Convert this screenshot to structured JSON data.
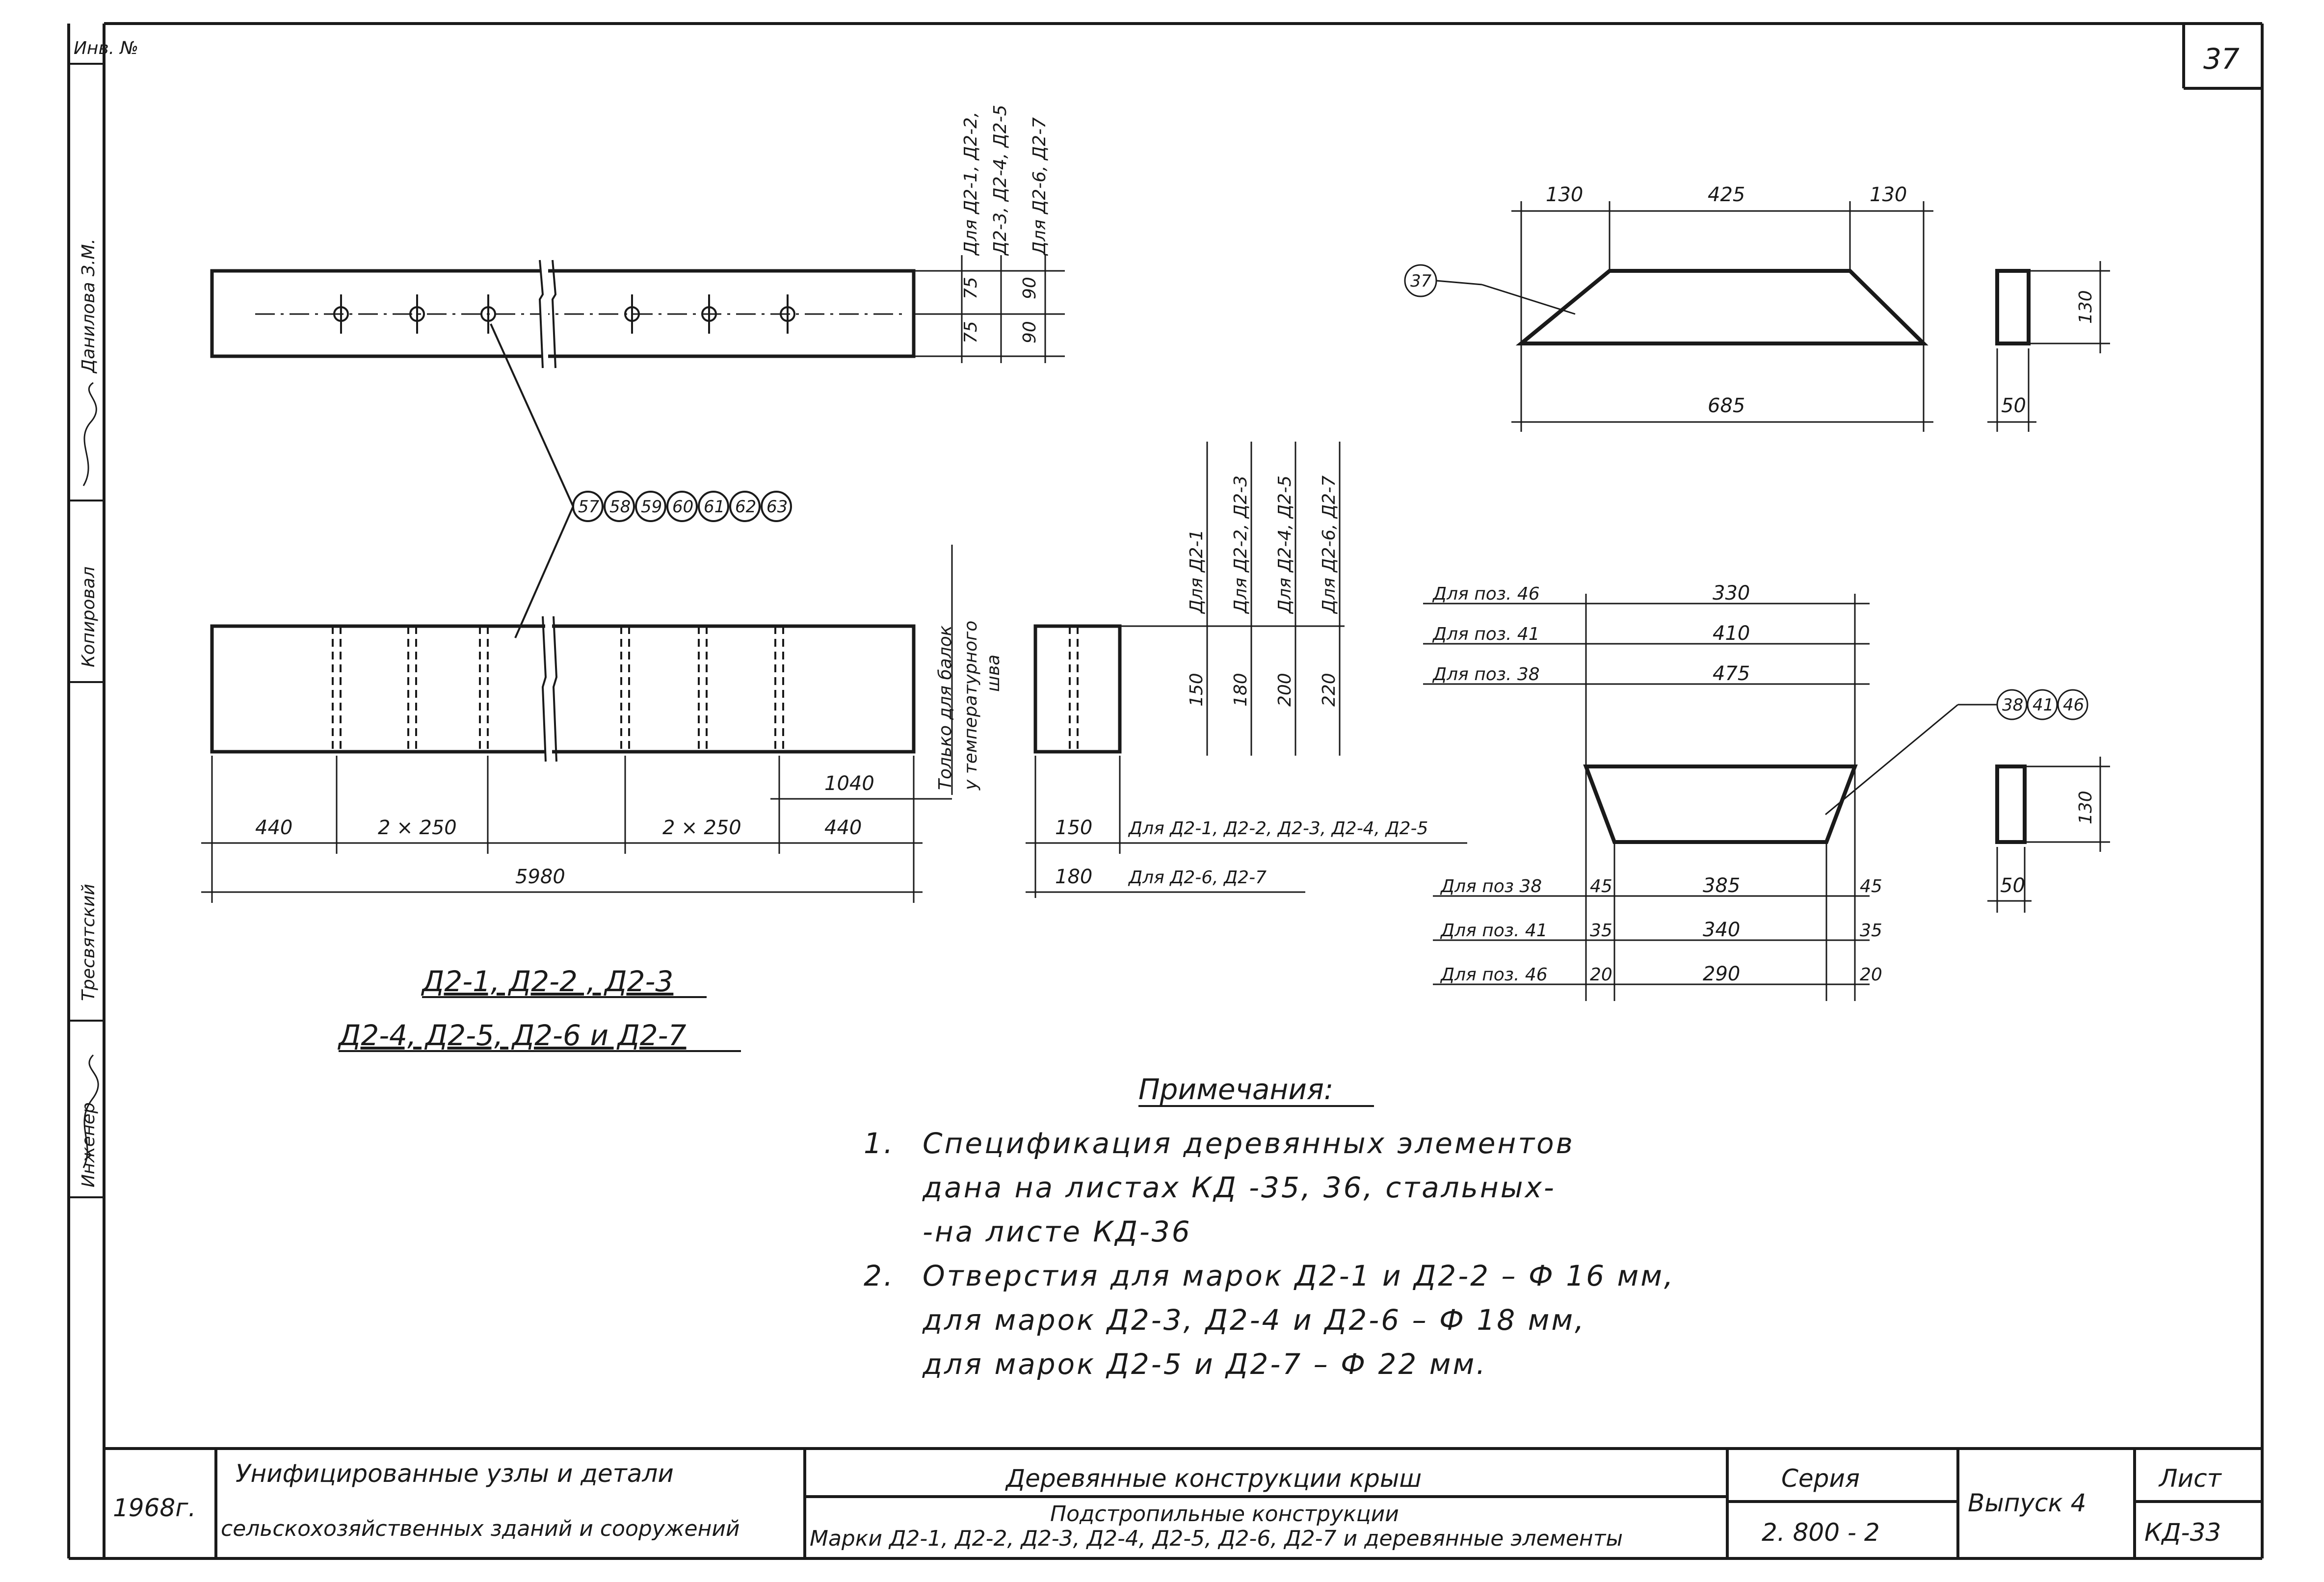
{
  "sheet_number": "37",
  "left_stamp": {
    "inv": "Инв. №",
    "rows": [
      {
        "role": "Инженер",
        "name": "Тресвятский",
        "sign": "подпись"
      },
      {
        "role": "Копировал",
        "name": "Данилова З.М.",
        "sign": "подпись"
      }
    ]
  },
  "elevation": {
    "labels": {
      "top1": "Для Д2-1, Д2-2,",
      "top2": "Д2-3, Д2-4, Д2-5",
      "top3": "Для  Д2-6, Д2-7",
      "only1": "Только для балок",
      "only2": "у температурного",
      "only3": "шва"
    },
    "dims": {
      "d75a": "75",
      "d75b": "75",
      "d90a": "90",
      "d90b": "90",
      "d440l": "440",
      "d2x250l": "2 × 250",
      "d2x250r": "2 × 250",
      "d440r": "440",
      "d1040": "1040",
      "d5980": "5980"
    }
  },
  "callout_group": [
    "57",
    "58",
    "59",
    "60",
    "61",
    "62",
    "63"
  ],
  "section": {
    "heights": [
      {
        "label": "Для Д2-1",
        "value": "150"
      },
      {
        "label": "Для Д2-2, Д2-3",
        "value": "180"
      },
      {
        "label": "Для Д2-4, Д2-5",
        "value": "200"
      },
      {
        "label": "Для Д2-6, Д2-7",
        "value": "220"
      }
    ],
    "widths": [
      {
        "value": "150",
        "label": "Для Д2-1, Д2-2, Д2-3, Д2-4, Д2-5"
      },
      {
        "value": "180",
        "label": "Для Д2-6, Д2-7"
      }
    ]
  },
  "marks_title": {
    "line1": "Д2-1, Д2-2 , Д2-3",
    "line2": "Д2-4, Д2-5,  Д2-6 и Д2-7"
  },
  "part37": {
    "callout": "37",
    "dims": {
      "a": "130",
      "b": "425",
      "c": "130",
      "total": "685",
      "thick": "50",
      "height": "130"
    }
  },
  "part38": {
    "callouts": [
      "38",
      "41",
      "46"
    ],
    "top": [
      {
        "label": "Для поз. 46",
        "value": "330"
      },
      {
        "label": "Для поз. 41",
        "value": "410"
      },
      {
        "label": "Для поз. 38",
        "value": "475"
      }
    ],
    "bottom": [
      {
        "label": "Для поз 38",
        "l": "45",
        "mid": "385",
        "r": "45"
      },
      {
        "label": "Для поз. 41",
        "l": "35",
        "mid": "340",
        "r": "35"
      },
      {
        "label": "Для поз. 46",
        "l": "20",
        "mid": "290",
        "r": "20"
      }
    ],
    "thick": "50",
    "height": "130"
  },
  "notes": {
    "heading": "Примечания:",
    "n1": "1.",
    "l1": "Спецификация  деревянных  элементов",
    "l2": "дана  на  листах  КД -35, 36,  стальных-",
    "l3": "-на  листе  КД-36",
    "n2": "2.",
    "l4": "Отверстия для марок Д2-1 и Д2-2  – Ф 16 мм,",
    "l5": "для  марок Д2-3,  Д2-4  и  Д2-6  –  Ф 18 мм,",
    "l6": "для  марок  Д2-5  и Д2-7  –  Ф 22 мм."
  },
  "title_block": {
    "year": "1968г.",
    "org1": "Унифицированные узлы и детали",
    "org2": "сельскохозяйственных зданий и сооружений",
    "main": "Деревянные  конструкции  крыш",
    "sub1": "Подстропильные  конструкции",
    "sub2": "Марки Д2-1, Д2-2, Д2-3, Д2-4, Д2-5, Д2-6, Д2-7  и деревянные элементы",
    "series_label": "Серия",
    "series": "2. 800 - 2",
    "issue": "Выпуск 4",
    "sheet_label": "Лист",
    "sheet": "КД-33"
  }
}
